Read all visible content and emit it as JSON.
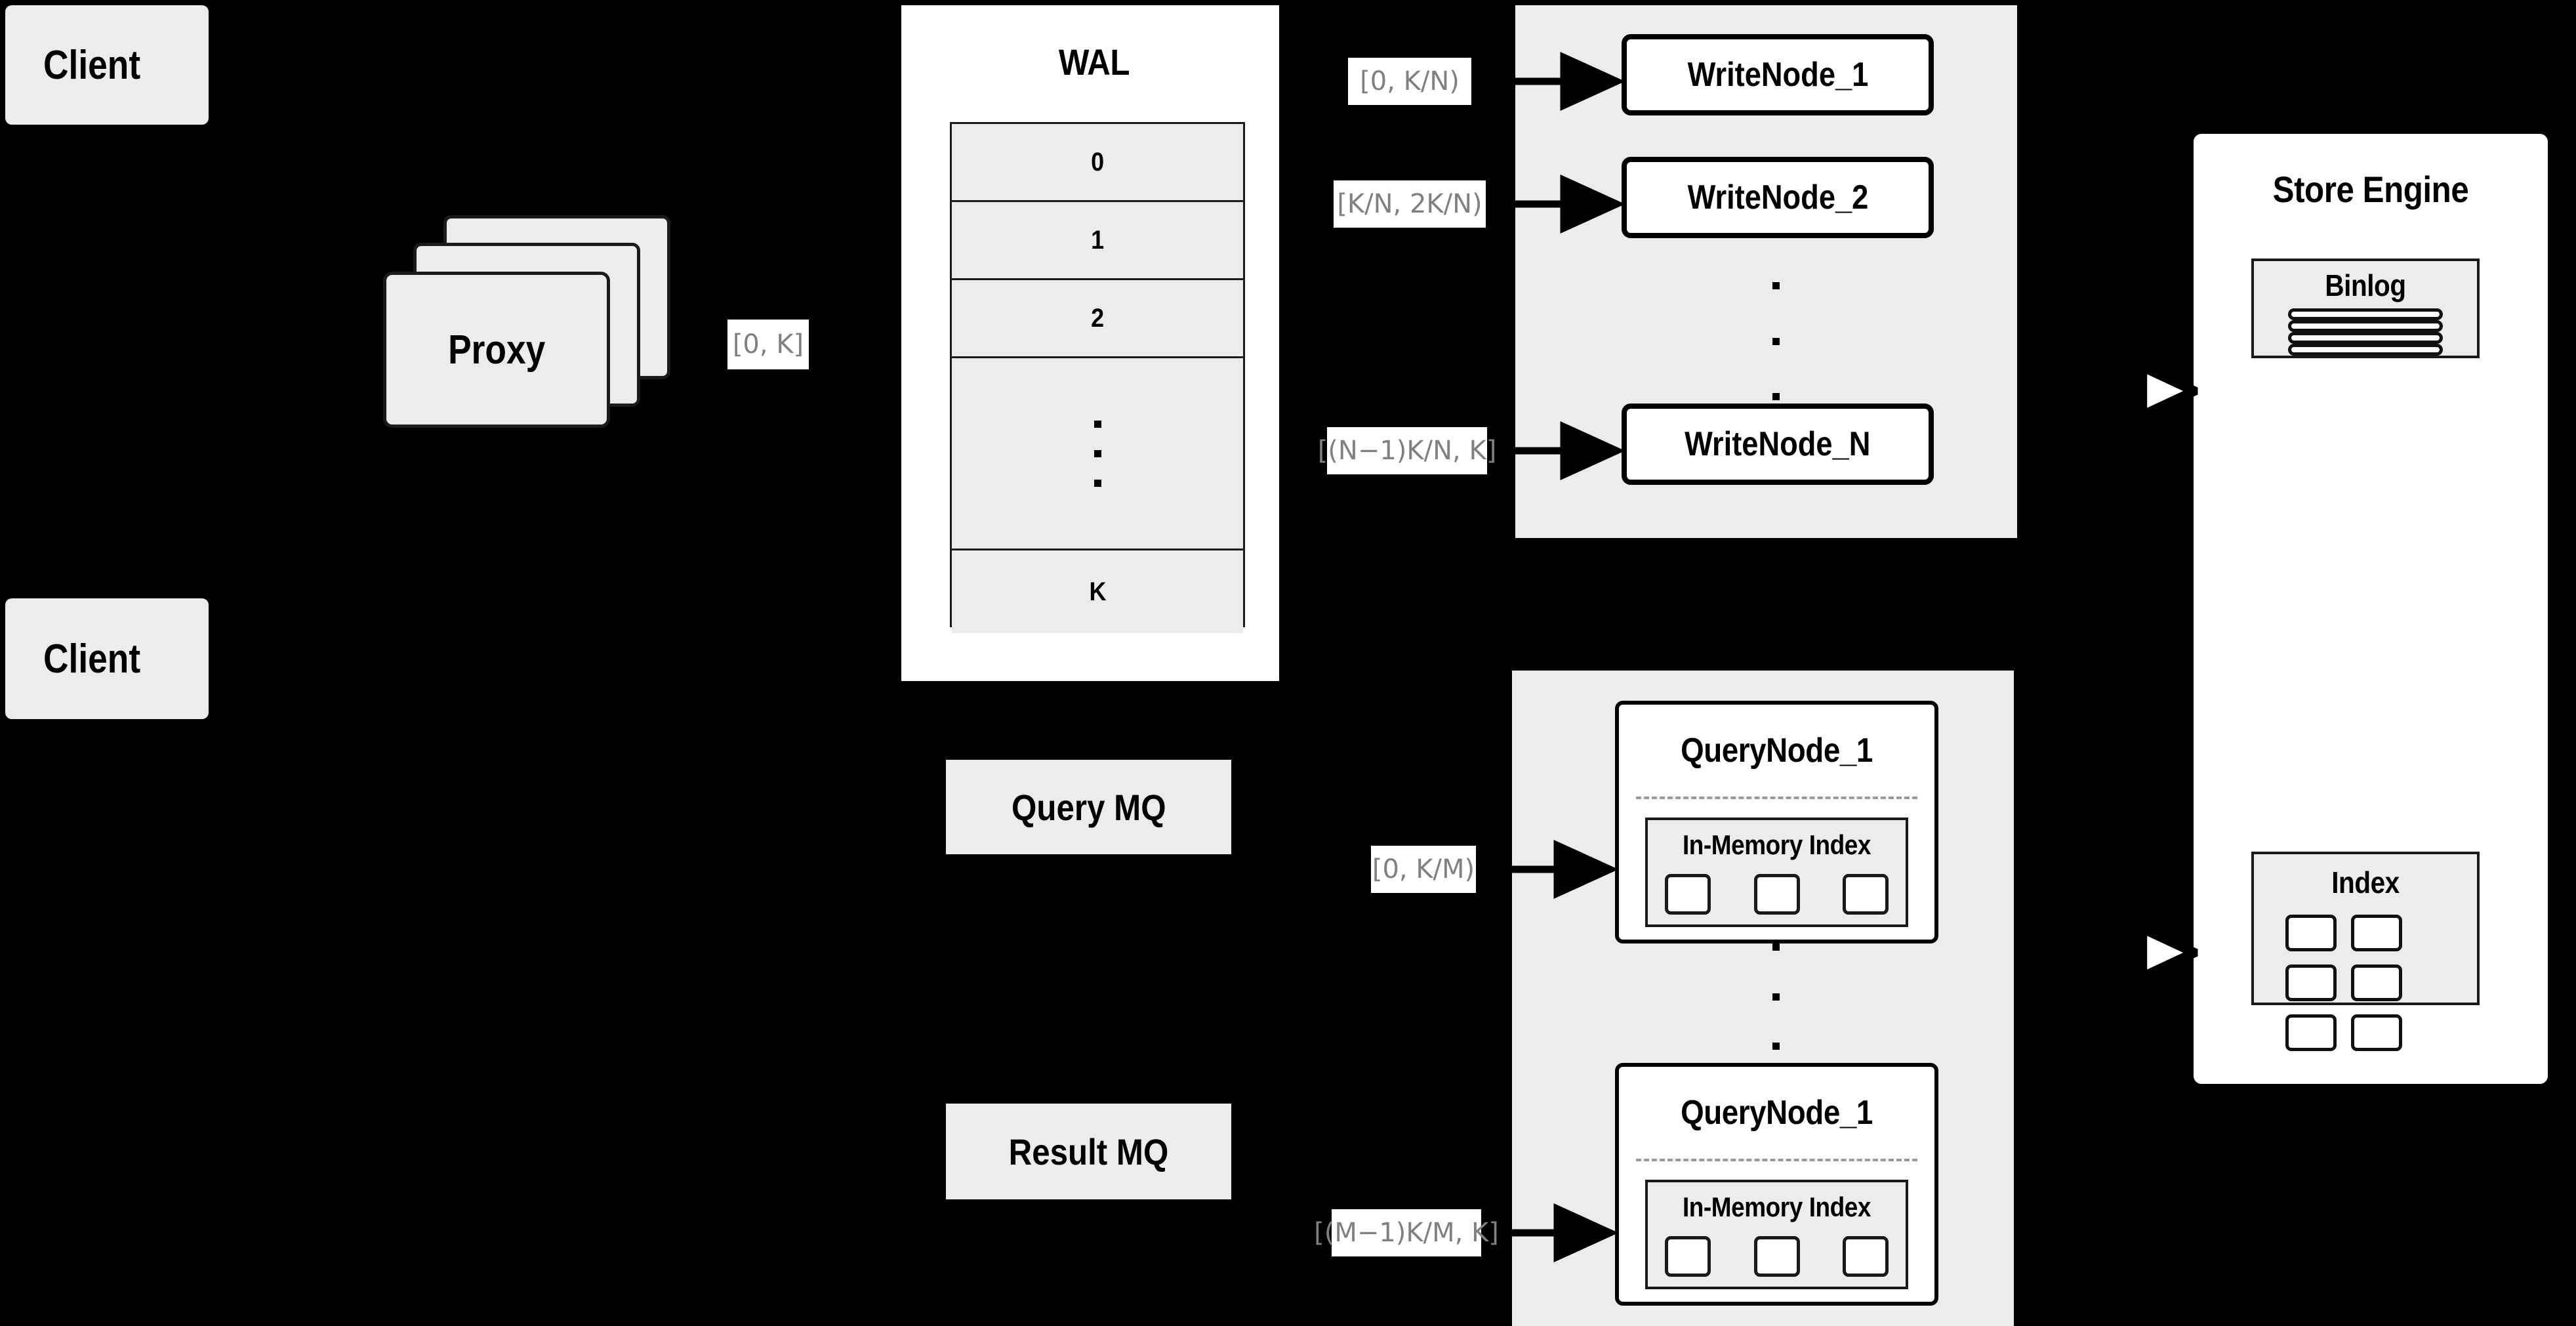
{
  "diagram": {
    "background_color": "#000000",
    "panel_fill": "#ececec",
    "tag_text_color": "#808080"
  },
  "clients": [
    {
      "label": "Client"
    },
    {
      "label": "Client"
    }
  ],
  "proxy": {
    "label": "Proxy",
    "stack_count": 3,
    "range_tag": "[0, K]"
  },
  "wal": {
    "title": "WAL",
    "rows": [
      "0",
      "1",
      "2",
      "⋮",
      "K"
    ]
  },
  "write_group": {
    "nodes": [
      {
        "label": "WriteNode_1",
        "range_tag": "[0,  K/N)"
      },
      {
        "label": "WriteNode_2",
        "range_tag": "[K/N, 2K/N)"
      },
      {
        "label": "WriteNode_N",
        "range_tag": "[(N−1)K/N,  K]"
      }
    ],
    "ellipsis": "⋮"
  },
  "query_group": {
    "nodes": [
      {
        "label": "QueryNode_1",
        "range_tag": "[0, K/M)",
        "index": {
          "title": "In-Memory Index",
          "cells": 3
        }
      },
      {
        "label": "QueryNode_1",
        "range_tag": "[(M−1)K/M, K]",
        "index": {
          "title": "In-Memory Index",
          "cells": 3
        }
      }
    ],
    "ellipsis": "⋮"
  },
  "message_queues": [
    {
      "label": "Query MQ"
    },
    {
      "label": "Result MQ"
    }
  ],
  "store_engine": {
    "title": "Store Engine",
    "binlog": {
      "title": "Binlog",
      "rows": 4
    },
    "index": {
      "title": "Index",
      "cells": 6
    }
  }
}
